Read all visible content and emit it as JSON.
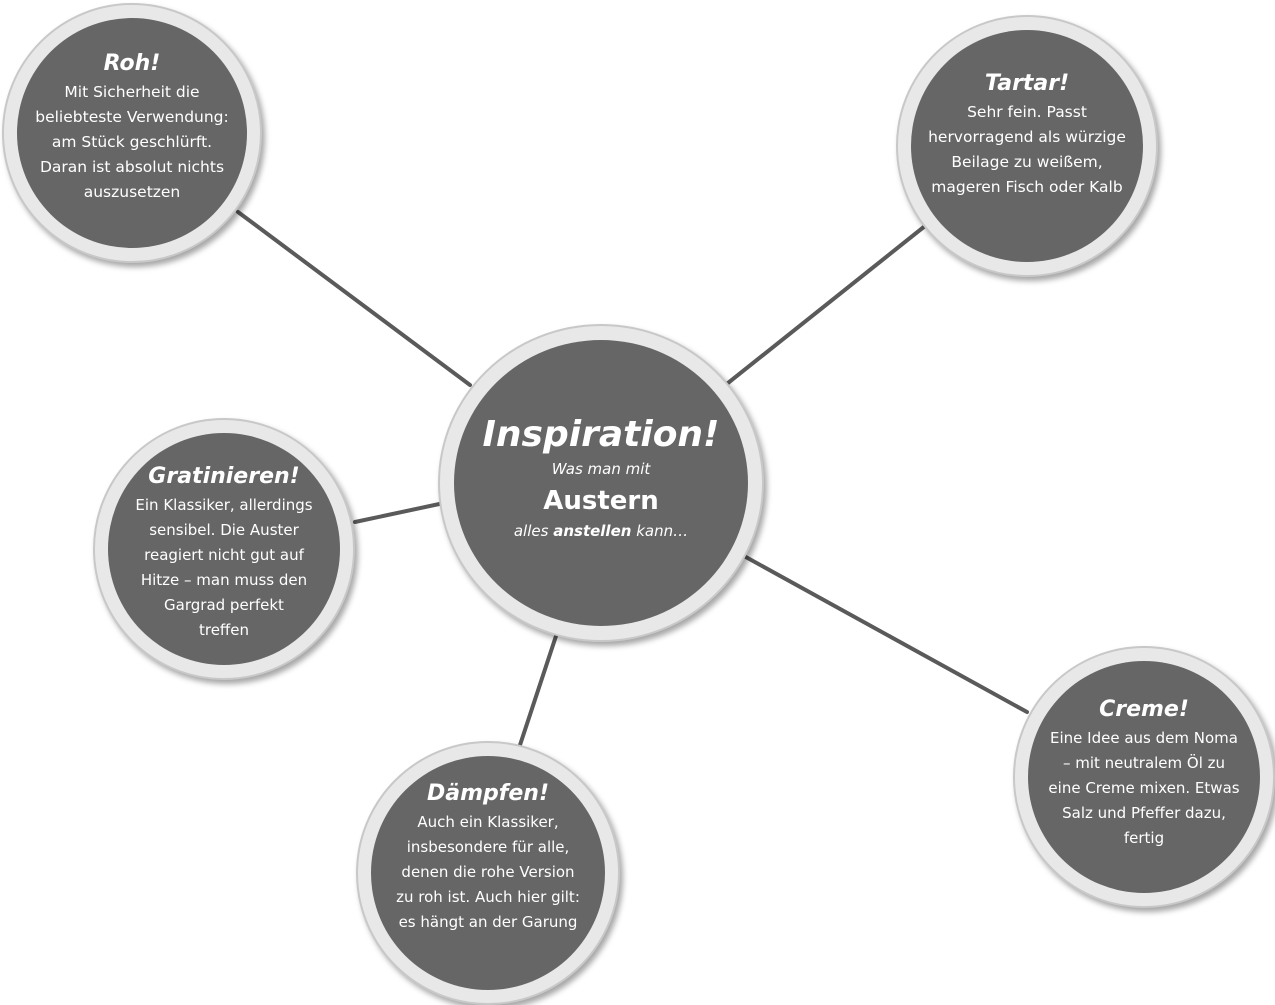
{
  "center": {
    "title": "Inspiration!",
    "subtitle": "Was man mit",
    "main": "Austern",
    "tail_prefix": "alles",
    "tail_bold": "anstellen",
    "tail_suffix": "kann…"
  },
  "nodes": {
    "roh": {
      "title": "Roh!",
      "text": "Mit Sicherheit die\nbeliebteste Verwendung:\nam Stück geschlürft.\nDaran ist absolut nichts\nauszusetzen"
    },
    "tartar": {
      "title": "Tartar!",
      "text": "Sehr fein. Passt\nhervorragend als würzige\nBeilage zu weißem,\nmageren Fisch oder Kalb"
    },
    "gratinieren": {
      "title": "Gratinieren!",
      "text": "Ein Klassiker, allerdings\nsensibel. Die Auster\nreagiert nicht gut auf\nHitze – man muss den\nGargrad perfekt\ntreffen"
    },
    "daempfen": {
      "title": "Dämpfen!",
      "text": "Auch ein Klassiker,\ninsbesondere für alle,\ndenen die rohe Version\nzu roh ist. Auch hier gilt:\nes hängt an der Garung"
    },
    "creme": {
      "title": "Creme!",
      "text": "Eine Idee aus dem Noma\n– mit neutralem Öl zu\neine Creme mixen. Etwas\nSalz und Pfeffer dazu,\nfertig"
    }
  },
  "colors": {
    "circle_fill": "#666666",
    "ring": "#e8e8e8",
    "connector": "#5a5a5a",
    "text": "#ffffff"
  }
}
